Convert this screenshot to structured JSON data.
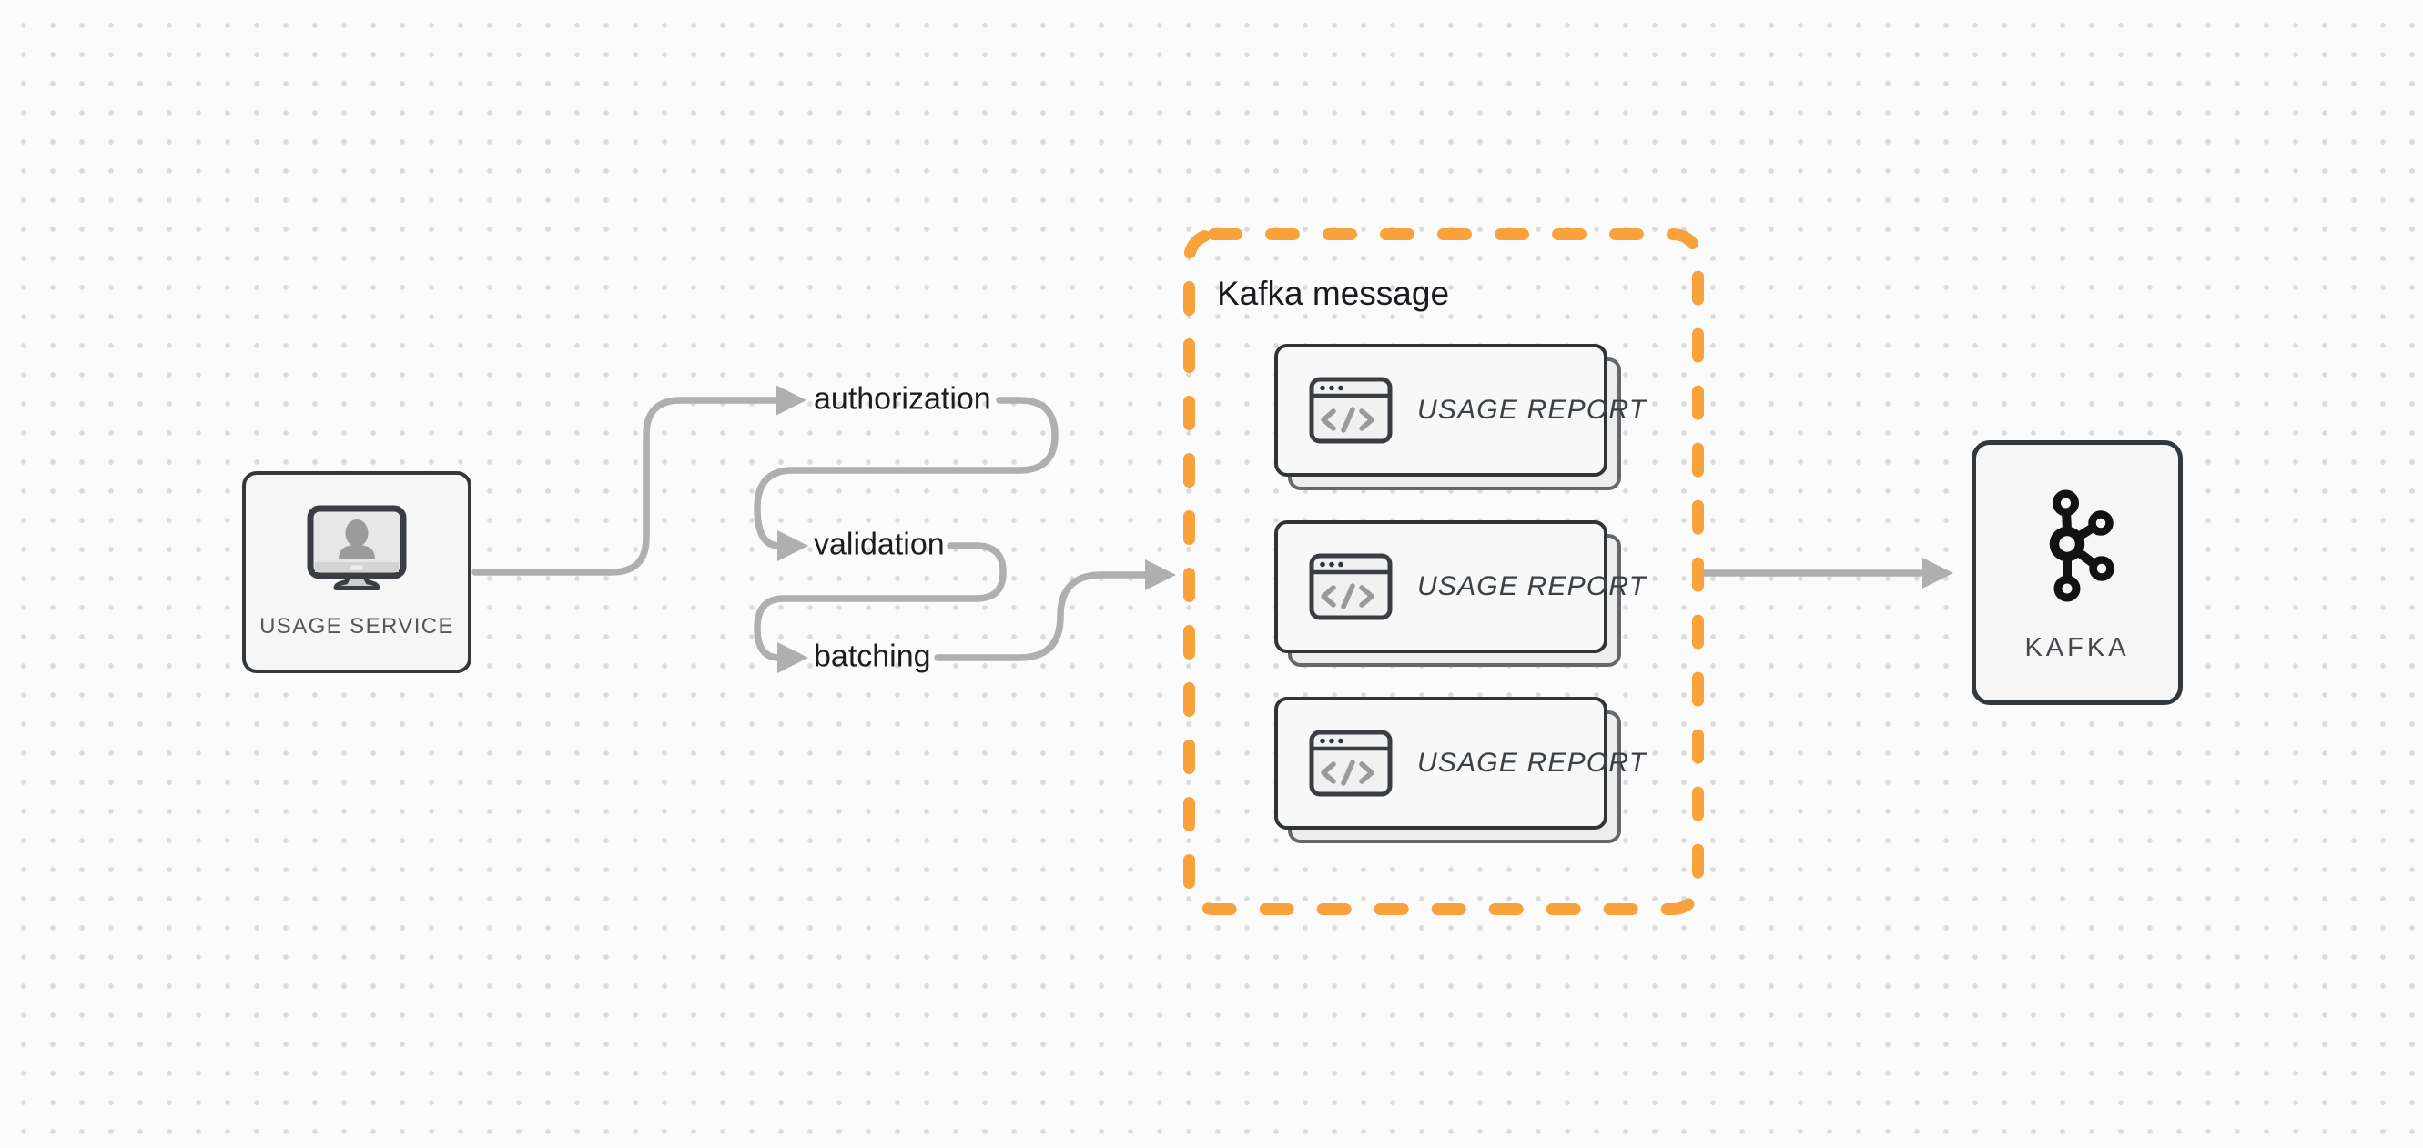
{
  "canvas": {
    "background": "#FBFBFB",
    "dot_color": "#DBDBDB"
  },
  "colors": {
    "accent_orange": "#F9A23C",
    "arrow_gray": "#AFAFAF",
    "node_border": "#33383D",
    "node_fill": "#F5F6F5"
  },
  "nodes": {
    "usage_service": {
      "label": "USAGE SERVICE",
      "icon": "monitor-user-icon"
    },
    "kafka": {
      "label": "KAFKA",
      "icon": "kafka-logo-icon"
    }
  },
  "pipeline_steps": [
    {
      "label": "authorization"
    },
    {
      "label": "validation"
    },
    {
      "label": "batching"
    }
  ],
  "kafka_message_group": {
    "title": "Kafka message",
    "cards": [
      {
        "label": "USAGE REPORT",
        "icon": "code-window-icon"
      },
      {
        "label": "USAGE REPORT",
        "icon": "code-window-icon"
      },
      {
        "label": "USAGE REPORT",
        "icon": "code-window-icon"
      }
    ]
  }
}
